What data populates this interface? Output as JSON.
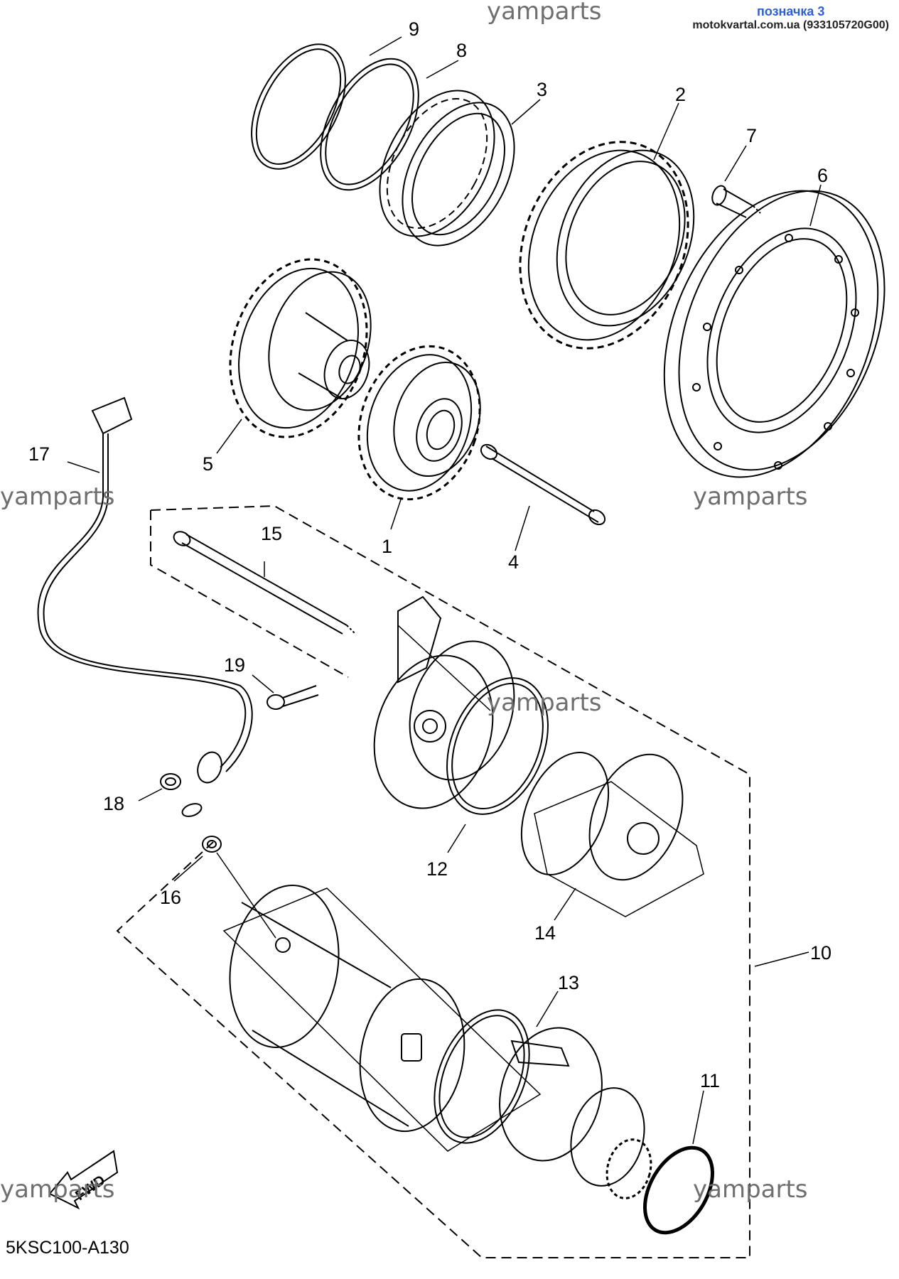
{
  "header": {
    "title": "позначка 3",
    "site": "motokvartal.com.ua (933105720G00)"
  },
  "watermark": "yamparts",
  "diagram_code": "5KSC100-A130",
  "fwd_label": "FWD",
  "callouts": {
    "p1": "1",
    "p2": "2",
    "p3": "3",
    "p4": "4",
    "p5": "5",
    "p6": "6",
    "p7": "7",
    "p8": "8",
    "p9": "9",
    "p10": "10",
    "p11": "11",
    "p12": "12",
    "p13": "13",
    "p14": "14",
    "p15": "15",
    "p16": "16",
    "p17": "17",
    "p18": "18",
    "p19": "19"
  },
  "colors": {
    "header_title": "#2f5fd0",
    "watermark": "#6f6f6f",
    "line": "#000000"
  }
}
